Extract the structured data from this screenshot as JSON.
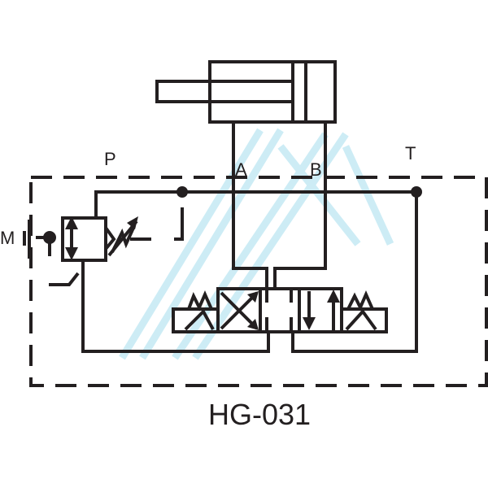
{
  "ports": {
    "p": "P",
    "a": "A",
    "b": "B",
    "t": "T",
    "m": "M"
  },
  "model": "HG-031",
  "colors": {
    "line": "#231f20",
    "watermark": "#bfe6f2"
  }
}
